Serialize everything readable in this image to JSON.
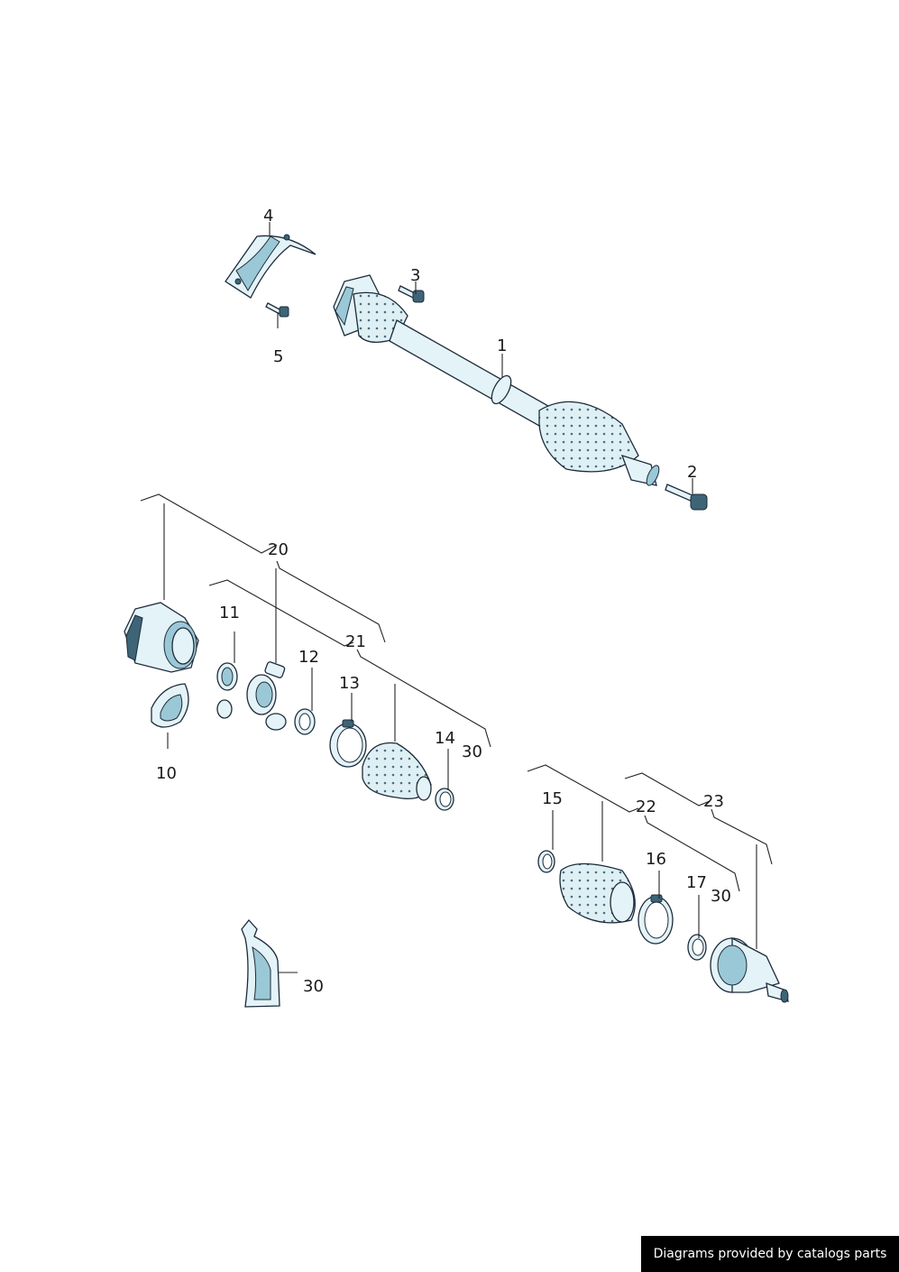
{
  "labels": {
    "l1": "1",
    "l2": "2",
    "l3": "3",
    "l4": "4",
    "l5": "5",
    "l10": "10",
    "l11": "11",
    "l12": "12",
    "l13": "13",
    "l14": "14",
    "l15": "15",
    "l16": "16",
    "l17": "17",
    "l20": "20",
    "l21": "21",
    "l22": "22",
    "l23": "23",
    "l30a": "30",
    "l30b": "30",
    "l30c": "30"
  },
  "footer": {
    "text": "Diagrams provided by catalogs parts"
  }
}
